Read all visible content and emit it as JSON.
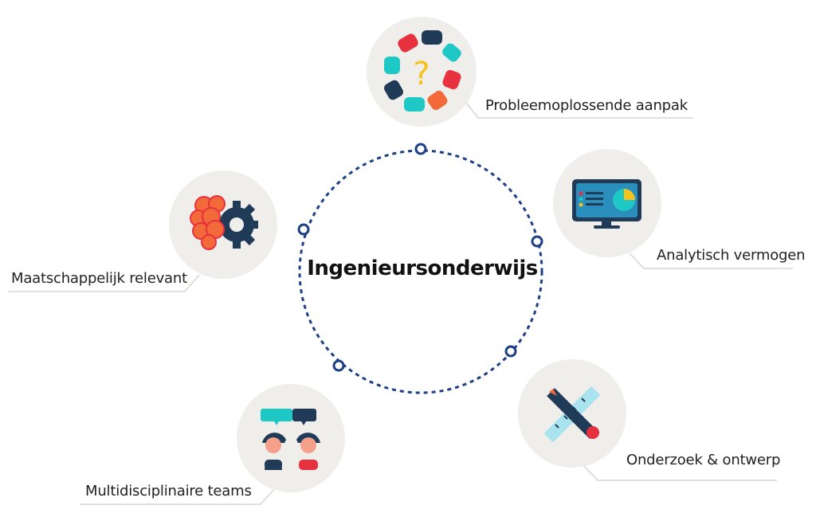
{
  "center": {
    "title": "Ingenieursonderwijs"
  },
  "nodes": [
    {
      "id": "probleem",
      "label": "Probleemoplossende aanpak",
      "icon": "puzzle-question-icon"
    },
    {
      "id": "analytisch",
      "label": "Analytisch vermogen",
      "icon": "monitor-chart-icon"
    },
    {
      "id": "onderzoek",
      "label": "Onderzoek & ontwerp",
      "icon": "pencil-ruler-icon"
    },
    {
      "id": "teams",
      "label": "Multidisciplinaire teams",
      "icon": "people-talking-icon"
    },
    {
      "id": "maatschappelijk",
      "label": "Maatschappelijk relevant",
      "icon": "brain-gear-icon"
    }
  ],
  "colors": {
    "ring": "#1d3f86",
    "bubble": "#f0eeeb",
    "navy": "#1f3b57",
    "teal": "#1ec8c4",
    "red": "#e8313f",
    "orange": "#f26a3a",
    "yellow": "#f6c21c"
  }
}
